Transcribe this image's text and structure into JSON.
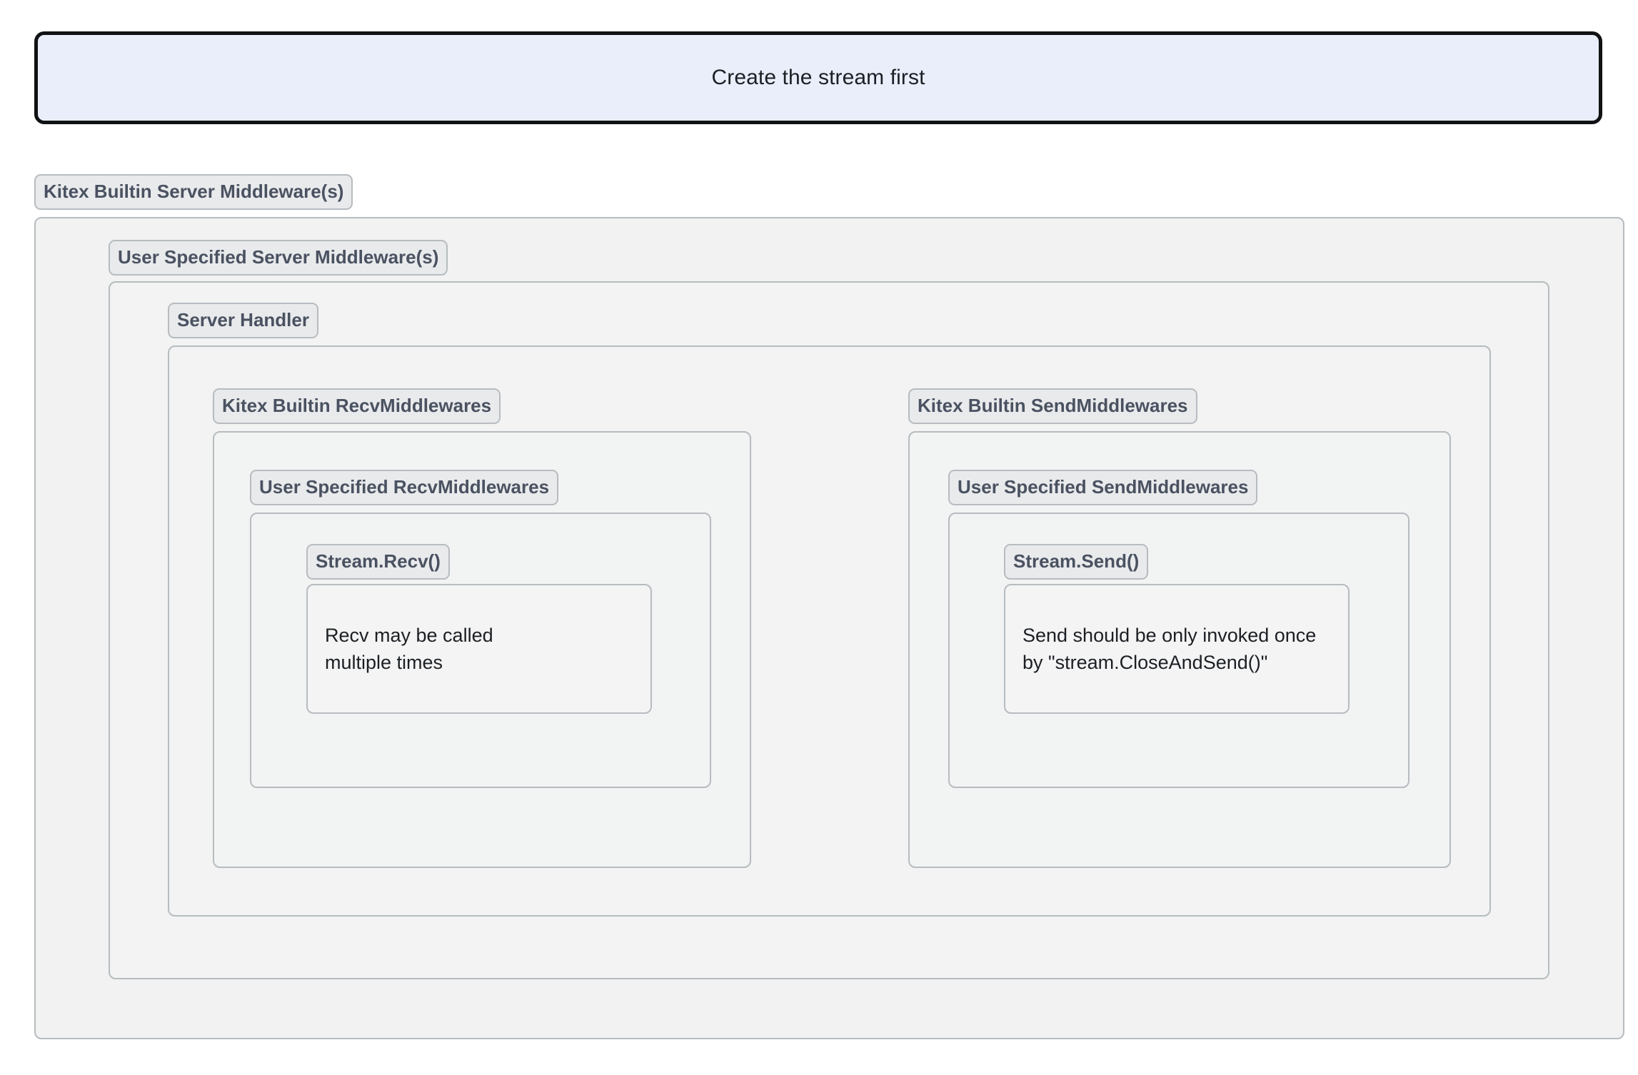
{
  "banner": {
    "text": "Create the stream first"
  },
  "colors": {
    "banner_fill": "#e9eefa",
    "banner_border": "#111214",
    "container_fill": "#f1f2f1",
    "container_border": "#b6bcc0",
    "pill_fill": "#e9eaec",
    "pill_text": "#4a5261",
    "body_text": "#1c1f24"
  },
  "levels": {
    "server_builtin_mw": "Kitex Builtin Server Middleware(s)",
    "user_server_mw": "User Specified Server Middleware(s)",
    "server_handler": "Server Handler"
  },
  "recv_column": {
    "builtin_label": "Kitex Builtin RecvMiddlewares",
    "user_label": "User Specified RecvMiddlewares",
    "call_label": "Stream.Recv()",
    "note": "Recv may be called\nmultiple times"
  },
  "send_column": {
    "builtin_label": "Kitex Builtin SendMiddlewares",
    "user_label": "User Specified SendMiddlewares",
    "call_label": "Stream.Send()",
    "note": "Send should be only invoked once\nby \"stream.CloseAndSend()\""
  }
}
